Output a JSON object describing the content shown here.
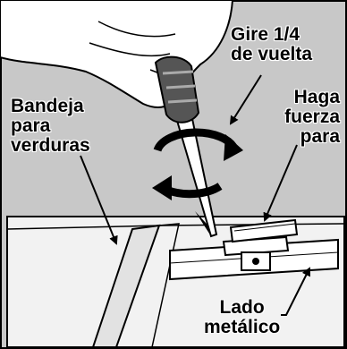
{
  "labels": {
    "twist": [
      "Gire 1/4",
      "de vuelta"
    ],
    "push": [
      "Haga",
      "fuerza",
      "para"
    ],
    "drawer": [
      "Bandeja",
      "para",
      "verduras"
    ],
    "metal": [
      "Lado",
      "metálico"
    ]
  },
  "colors": {
    "background": "#c8c8c8",
    "panel": "#f2f2f2",
    "line": "#000000"
  },
  "icons": [
    "hand-icon",
    "screwdriver-icon",
    "rotation-arrows-icon",
    "metal-clip-icon"
  ]
}
